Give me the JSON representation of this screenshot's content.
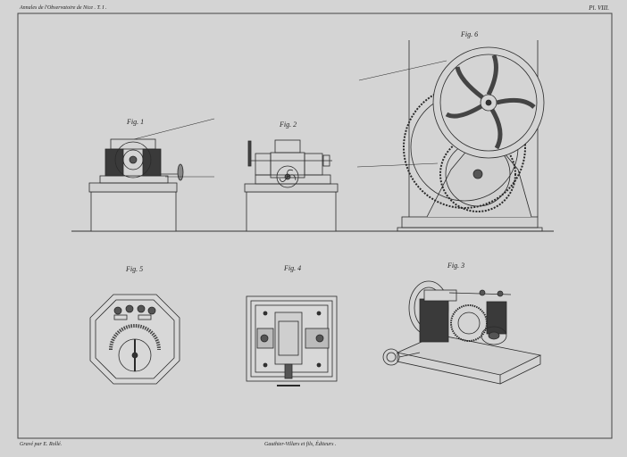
{
  "header": {
    "left": "Annales de l'Observatoire de Nice . T. I .",
    "right": "Pl. VIII."
  },
  "figures": {
    "fig1": "Fig. 1",
    "fig2": "Fig. 2",
    "fig3": "Fig. 3",
    "fig4": "Fig. 4",
    "fig5": "Fig. 5",
    "fig6": "Fig. 6"
  },
  "footer": {
    "engraver": "Gravé par E. Rollé.",
    "publisher": "Gauthier-Villars et fils, Éditeurs ."
  },
  "colors": {
    "paper": "#d4d4d4",
    "ink": "#2a2a2a",
    "coil": "#3a3a3a"
  }
}
